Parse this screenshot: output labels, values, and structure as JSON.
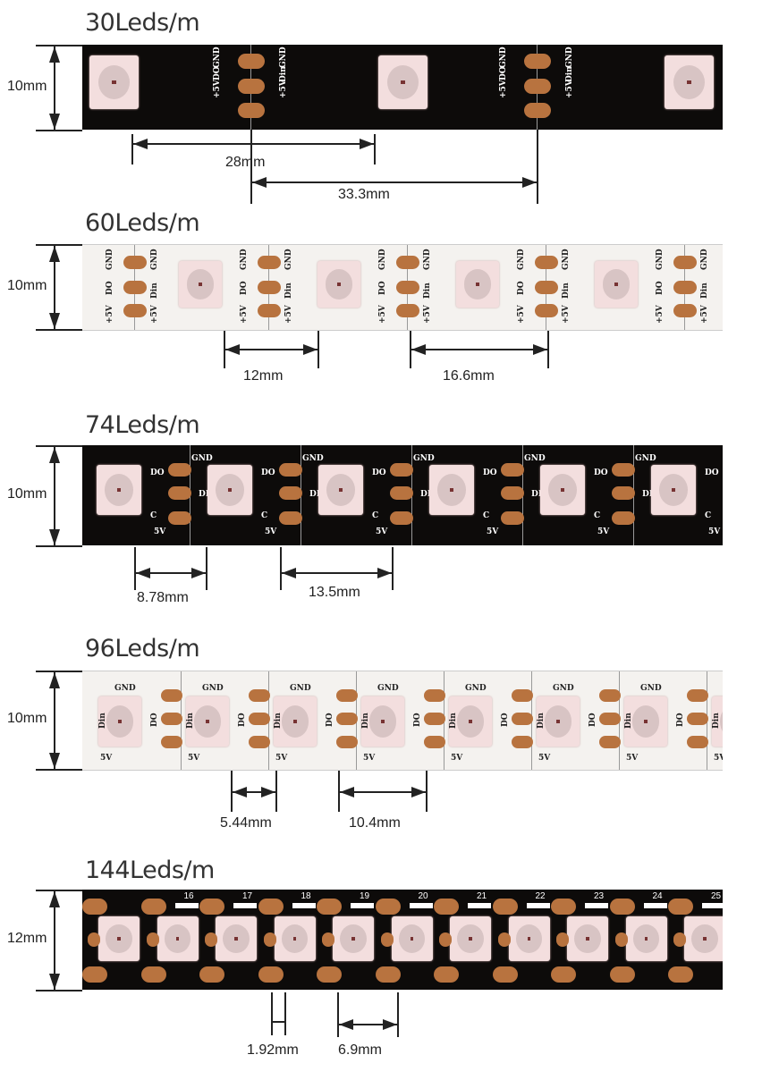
{
  "strips": [
    {
      "title": "30Leds/m",
      "height_label": "10mm",
      "dims": [
        "28mm",
        "33.3mm"
      ],
      "pad_labels": [
        "+5V",
        "DO",
        "GND",
        "+5V",
        "Din",
        "GND"
      ]
    },
    {
      "title": "60Leds/m",
      "height_label": "10mm",
      "dims": [
        "12mm",
        "16.6mm"
      ],
      "pad_labels": [
        "+5V",
        "DO",
        "GND",
        "+5V",
        "Din",
        "GND"
      ]
    },
    {
      "title": "74Leds/m",
      "height_label": "10mm",
      "dims": [
        "8.78mm",
        "13.5mm"
      ],
      "pad_labels": [
        "GND",
        "DO",
        "C",
        "5V",
        "DI"
      ]
    },
    {
      "title": "96Leds/m",
      "height_label": "10mm",
      "dims": [
        "5.44mm",
        "10.4mm"
      ],
      "pad_labels": [
        "GND",
        "Din",
        "DO",
        "5V"
      ]
    },
    {
      "title": "144Leds/m",
      "height_label": "12mm",
      "dims": [
        "1.92mm",
        "6.9mm"
      ],
      "led_numbers": [
        "16",
        "17",
        "18",
        "19",
        "20",
        "21",
        "22",
        "23",
        "24",
        "25"
      ]
    }
  ],
  "colors": {
    "pcb_dark": "#0d0b0a",
    "pcb_light": "#f4f2ef",
    "pad": "#b8733f",
    "led": "#f3dede"
  }
}
